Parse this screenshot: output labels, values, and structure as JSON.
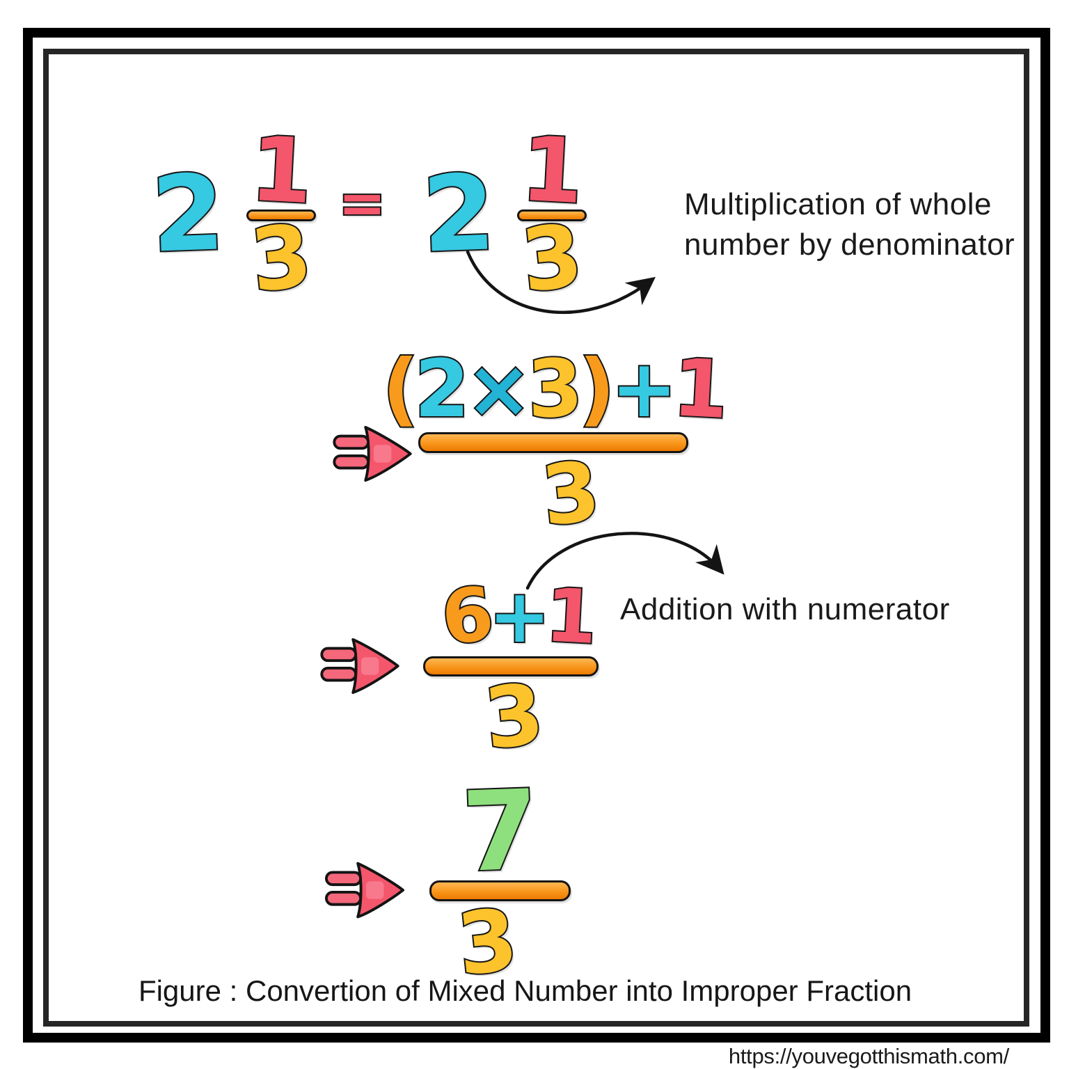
{
  "palette": {
    "cyan": "#35c9e2",
    "red": "#f4566b",
    "orange": "#f89b1c",
    "yellow": "#fdc32c",
    "green": "#8ee07e",
    "teal": "#23b3d4",
    "ink": "#141414"
  },
  "equation": {
    "mixed_left": {
      "whole": "2",
      "numerator": "1",
      "denominator": "3"
    },
    "equals_sign": "=",
    "mixed_right": {
      "whole": "2",
      "numerator": "1",
      "denominator": "3"
    },
    "annotation_multiplication_lines": [
      "Multiplication of whole",
      "number by denominator"
    ]
  },
  "step2": {
    "numerator_parts": [
      "(",
      "2",
      "×",
      "3",
      ")",
      "+",
      "1"
    ],
    "denominator": "3"
  },
  "step3": {
    "numerator_parts": [
      "6",
      "+",
      "1"
    ],
    "denominator": "3",
    "annotation_addition": "Addition with numerator"
  },
  "step4": {
    "numerator": "7",
    "denominator": "3"
  },
  "caption": "Figure : Convertion of Mixed Number into Improper Fraction",
  "site_url": "https://youvegotthismath.com/"
}
